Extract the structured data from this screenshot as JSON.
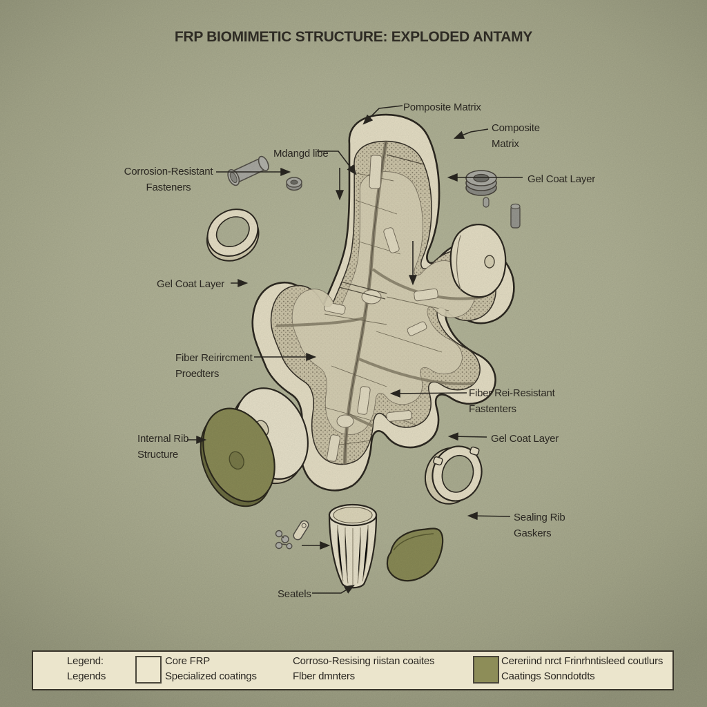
{
  "title": "FRP BIOMIMETIC STRUCTURE: EXPLODED ANTAMY",
  "labels": {
    "pomposite_matrix": "Pomposite Matrix",
    "composite_matrix": "Composite\nMatrix",
    "mdangd_libe": "Mdangd libe",
    "corrosion_resistant_fasteners": "Corrosion-Resistant\nFasteners",
    "gel_coat_layer_top_right": "Gel Coat Layer",
    "gel_coat_layer_left": "Gel Coat Layer",
    "fiber_reinforcement": "Fiber Reirircment\nProedters",
    "fiber_rei_resistant": "Fiber Rei-Resistant\nFastenters",
    "internal_rib_structure": "Internal Rib\nStructure",
    "gel_coat_layer_right": "Gel Coat Layer",
    "sealing_rib_gaskers": "Sealing Rib\nGaskers",
    "seatels": "Seatels"
  },
  "legend": {
    "heading": "Legend:\nLegends",
    "items": [
      {
        "swatch": "#ece6cd",
        "label": "Core FRP\nSpecialized coatings"
      },
      {
        "swatch": "",
        "label": "Corroso-Resising riistan coaites\nFlber dmnters"
      },
      {
        "swatch": "#8d8d58",
        "label": "Cereriind nrct Frinrhntisleed coutlurs\nCaatings Sonndotdts"
      }
    ]
  },
  "colors": {
    "background": "#b3b598",
    "shell_cream": "#ece5cb",
    "stipple_band": "#d3cbae",
    "core_cream": "#ddd6ba",
    "olive_part": "#8d8e58",
    "hardware_gray": "#a9a9a1",
    "outline": "#2e2a22",
    "legend_bg": "#ebe5cc",
    "text": "#2b2822"
  }
}
